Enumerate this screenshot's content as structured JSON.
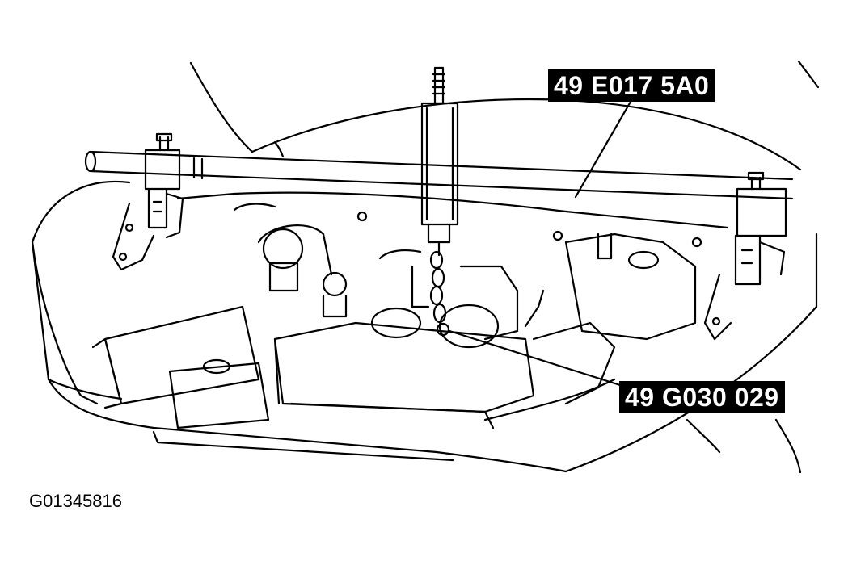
{
  "callouts": {
    "support_bar": "49 E017 5A0",
    "hanger": "49 G030 029"
  },
  "figure_id": "G01345816",
  "colors": {
    "ink": "#000000",
    "paper": "#ffffff"
  }
}
